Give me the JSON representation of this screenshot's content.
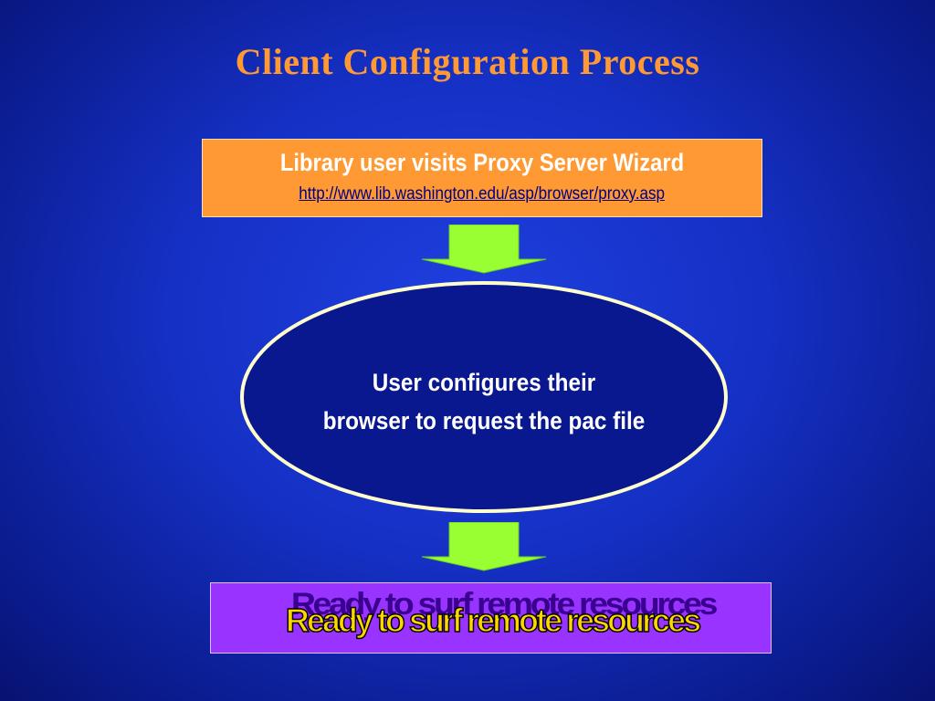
{
  "title": "Client Configuration Process",
  "step1": {
    "heading": "Library user visits Proxy Server Wizard",
    "url": "http://www.lib.washington.edu/asp/browser/proxy.asp"
  },
  "step2": {
    "line1": "User configures their",
    "line2": "browser to request the pac file"
  },
  "step3": {
    "label": "Ready to surf remote resources"
  },
  "colors": {
    "background": "#1530c4",
    "title": "#ff9933",
    "box1": "#ff9933",
    "ellipse_border": "#ffffcc",
    "arrow": "#99ff33",
    "box3": "#9933ff",
    "wordart": "#ffd700"
  }
}
